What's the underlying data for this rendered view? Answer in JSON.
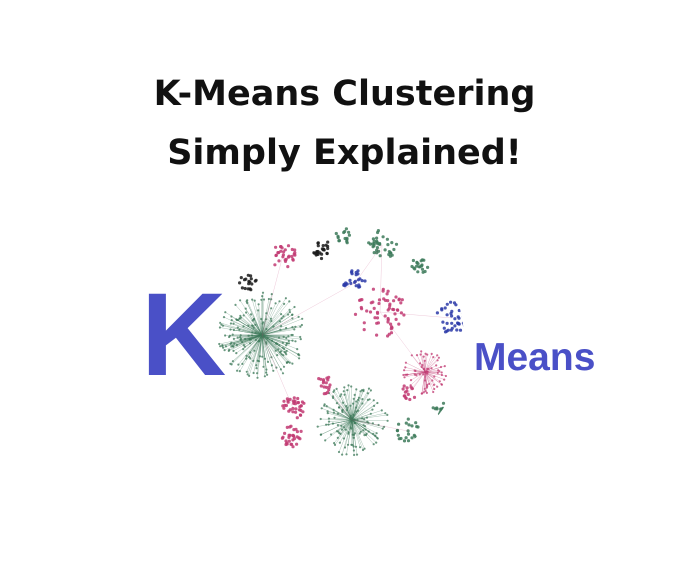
{
  "title": {
    "line1": "K-Means Clustering",
    "line2": "Simply Explained!"
  },
  "logo": {
    "k_letter": "K",
    "means_word": "Means",
    "accent_color": "#4a50c7",
    "cluster_colors": [
      "#3d7a5a",
      "#c23b73",
      "#2b3aa8",
      "#1a1a1a"
    ]
  }
}
